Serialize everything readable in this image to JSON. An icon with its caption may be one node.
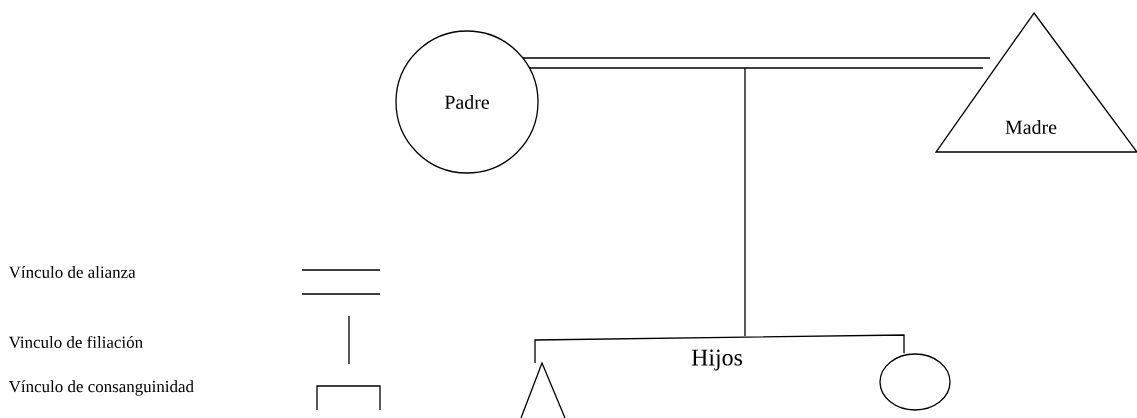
{
  "diagram": {
    "nodes": [
      {
        "text": [
          "Padre"
        ]
      },
      {
        "text": [
          "Madre"
        ]
      },
      {
        "text": [],
        "shape": "triangle"
      },
      {
        "text": [],
        "shape": "circle"
      }
    ],
    "edges": [
      {
        "from": 0,
        "to": 1,
        "arrow": "none"
      },
      {
        "from": 2,
        "to": 3,
        "arrow": "none"
      }
    ],
    "labels": [
      "Hijos"
    ],
    "legend": [
      {
        "text": "Vínculo de alianza"
      },
      {
        "text": "Vinculo de filiación"
      },
      {
        "text": "Vínculo de consanguinidad"
      }
    ]
  }
}
